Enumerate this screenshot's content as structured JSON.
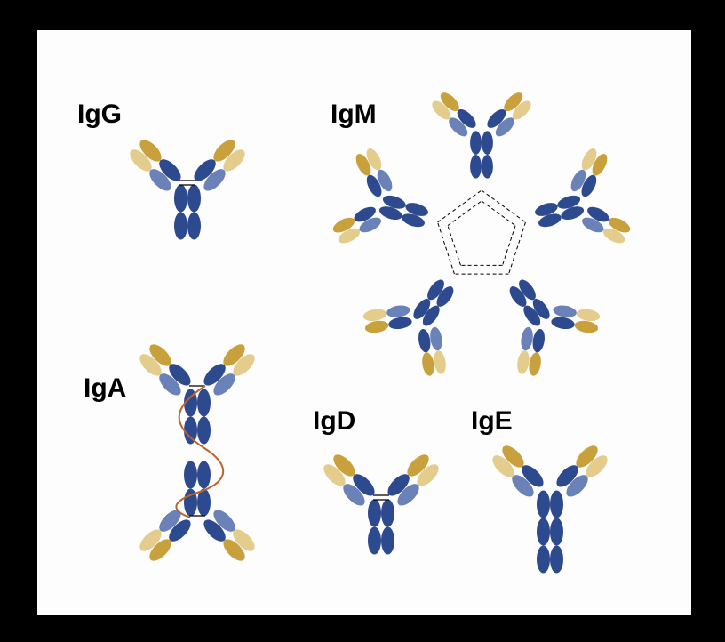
{
  "labels": {
    "igg": "IgG",
    "igm": "IgM",
    "iga": "IgA",
    "igd": "IgD",
    "ige": "IgE"
  },
  "colors": {
    "background": "#fdfdfd",
    "frame": "#000000",
    "heavy_chain": "#2e4a8f",
    "light_chain_variable": "#c9a13c",
    "light_chain_variable_pale": "#e4cc8d",
    "light_chain_constant": "#6b82b8",
    "link": "#000000",
    "joining_chain": "#c0612b"
  }
}
